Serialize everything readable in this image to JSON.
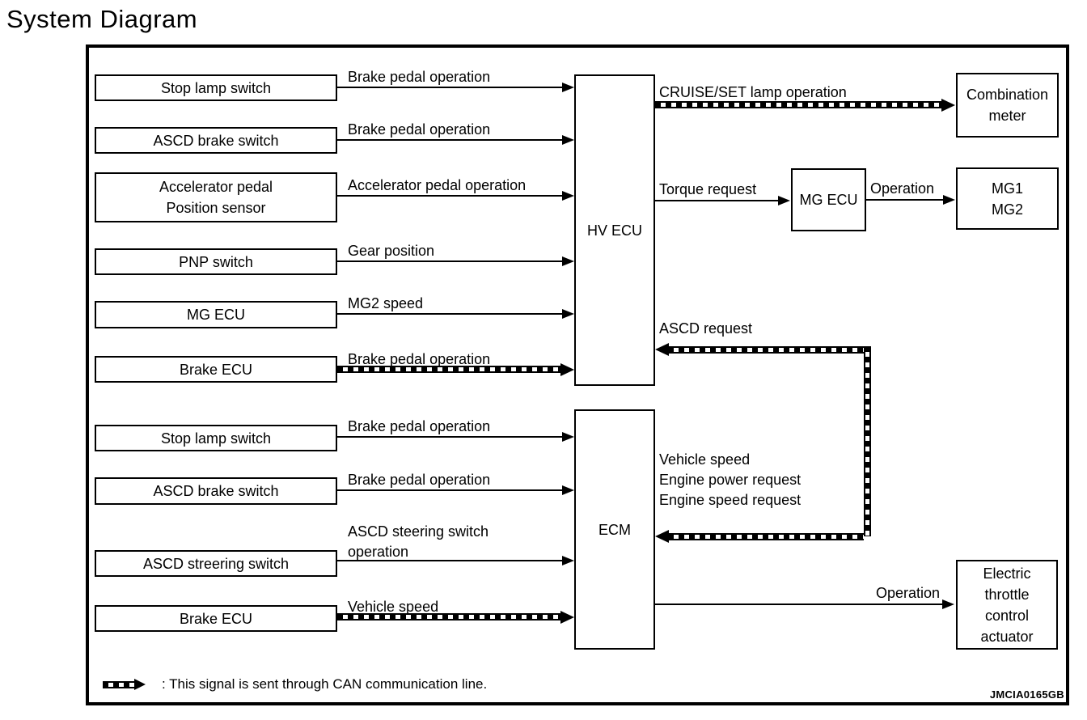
{
  "title": "System Diagram",
  "figure_code": "JMCIA0165GB",
  "legend_text": ": This signal is sent through CAN communication line.",
  "nodes": {
    "left": [
      "Stop lamp switch",
      "ASCD brake switch",
      "Accelerator pedal\nPosition sensor",
      "PNP switch",
      "MG ECU",
      "Brake ECU",
      "Stop lamp switch",
      "ASCD brake switch",
      "ASCD streering switch",
      "Brake ECU"
    ],
    "center": [
      "HV ECU",
      "ECM"
    ],
    "right": [
      "Combination\nmeter",
      "MG ECU",
      "MG1\nMG2",
      "Electric\nthrottle\ncontrol\nactuator"
    ]
  },
  "signals": {
    "to_hv_ecu": [
      "Brake pedal operation",
      "Brake pedal operation",
      "Accelerator pedal operation",
      "Gear position",
      "MG2 speed",
      "Brake pedal operation"
    ],
    "to_ecm": [
      "Brake pedal operation",
      "Brake pedal operation",
      "ASCD steering switch\noperation",
      "Vehicle speed"
    ],
    "cruise_lamp": "CRUISE/SET lamp operation",
    "torque_request": "Torque request",
    "mg_operation": "Operation",
    "ascd_request": "ASCD request",
    "ecm_can_block": "Vehicle speed\nEngine power request\nEngine speed request",
    "throttle_operation": "Operation"
  },
  "colors": {
    "line": "#000000",
    "background": "#ffffff",
    "text": "#000000"
  }
}
